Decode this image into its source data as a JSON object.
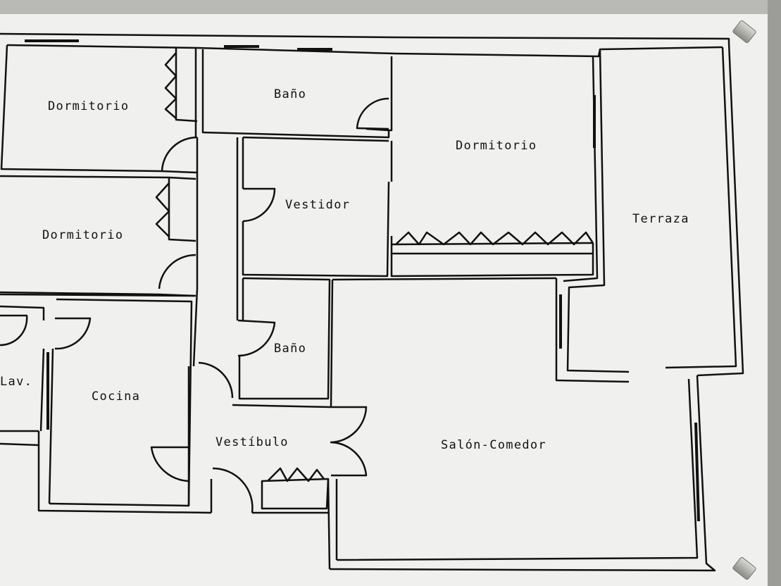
{
  "plan": {
    "rooms": {
      "dormitorio_1": "Dormitorio",
      "dormitorio_2": "Dormitorio",
      "dormitorio_3": "Dormitorio",
      "bano_1": "Baño",
      "bano_2": "Baño",
      "vestidor": "Vestidor",
      "terraza": "Terraza",
      "cocina": "Cocina",
      "lavadero": "Lav.",
      "vestibulo": "Vestíbulo",
      "salon_comedor": "Salón-Comedor"
    },
    "colors": {
      "paper": "#f0f0ef",
      "ink": "#111111",
      "backdrop": "#8e8e8c"
    }
  }
}
